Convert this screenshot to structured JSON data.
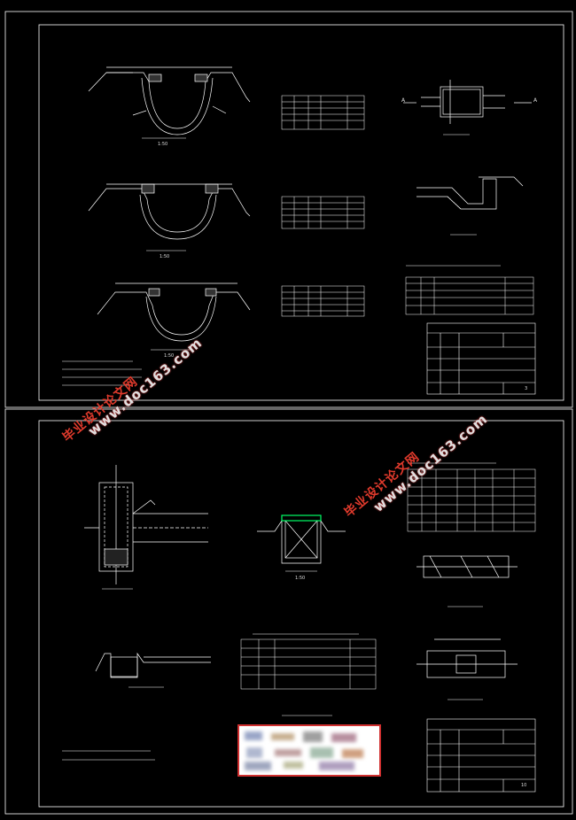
{
  "sheets": [
    {
      "page": "3"
    },
    {
      "page": "10"
    }
  ],
  "watermarks": [
    {
      "cn": "毕业设计论文网",
      "url": "www.doc163.com"
    },
    {
      "cn": "毕业设计论文网",
      "url": "www.doc163.com"
    }
  ],
  "scales": {
    "s1": "1:50",
    "s2": "1:50",
    "s3": "1:50",
    "s4": "1:50"
  },
  "marks": {
    "a_left": "A",
    "a_right": "A"
  },
  "colors": {
    "line": "#ffffff",
    "frame": "#ffffff",
    "accent": "#00ff66",
    "watermark_red": "#e03a2c"
  }
}
